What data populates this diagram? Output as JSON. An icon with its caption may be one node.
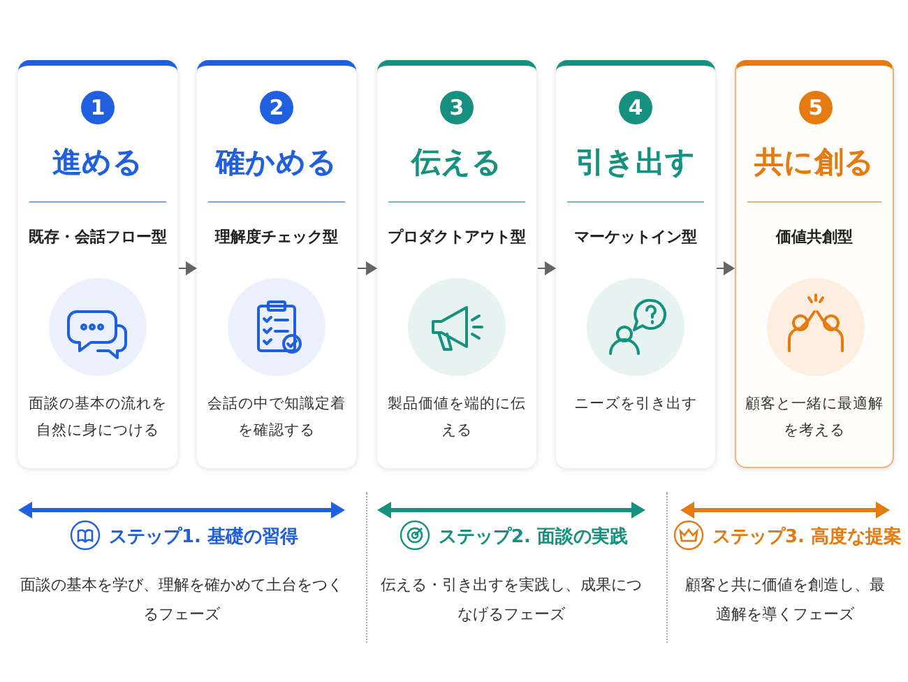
{
  "diagram": {
    "nodes": [
      {
        "text": [
          "1",
          "進める",
          "既存・会話フロー型",
          "面談の基本の流れを自然に身につける"
        ]
      },
      {
        "text": [
          "2",
          "確かめる",
          "理解度チェック型",
          "会話の中で知識定着を確認する"
        ]
      },
      {
        "text": [
          "3",
          "伝える",
          "プロダクトアウト型",
          "製品価値を端的に伝える"
        ]
      },
      {
        "text": [
          "4",
          "引き出す",
          "マーケットイン型",
          "ニーズを引き出す"
        ]
      },
      {
        "text": [
          "5",
          "共に創る",
          "価値共創型",
          "顧客と一緒に最適解を考える"
        ]
      },
      {
        "text": [
          "ステップ1. 基礎の習得",
          "面談の基本を学び、理解を確かめて土台をつくるフェーズ"
        ]
      },
      {
        "text": [
          "ステップ2. 面談の実践",
          "伝える・引き出すを実践し、成果につなげるフェーズ"
        ]
      },
      {
        "text": [
          "ステップ3. 高度な提案",
          "顧客と共に価値を創造し、最適解を導くフェーズ"
        ]
      }
    ],
    "edges": [
      {
        "from": 0,
        "to": 1,
        "arrow": "to"
      },
      {
        "from": 1,
        "to": 2,
        "arrow": "to"
      },
      {
        "from": 2,
        "to": 3,
        "arrow": "to"
      },
      {
        "from": 3,
        "to": 4,
        "arrow": "to"
      }
    ]
  }
}
